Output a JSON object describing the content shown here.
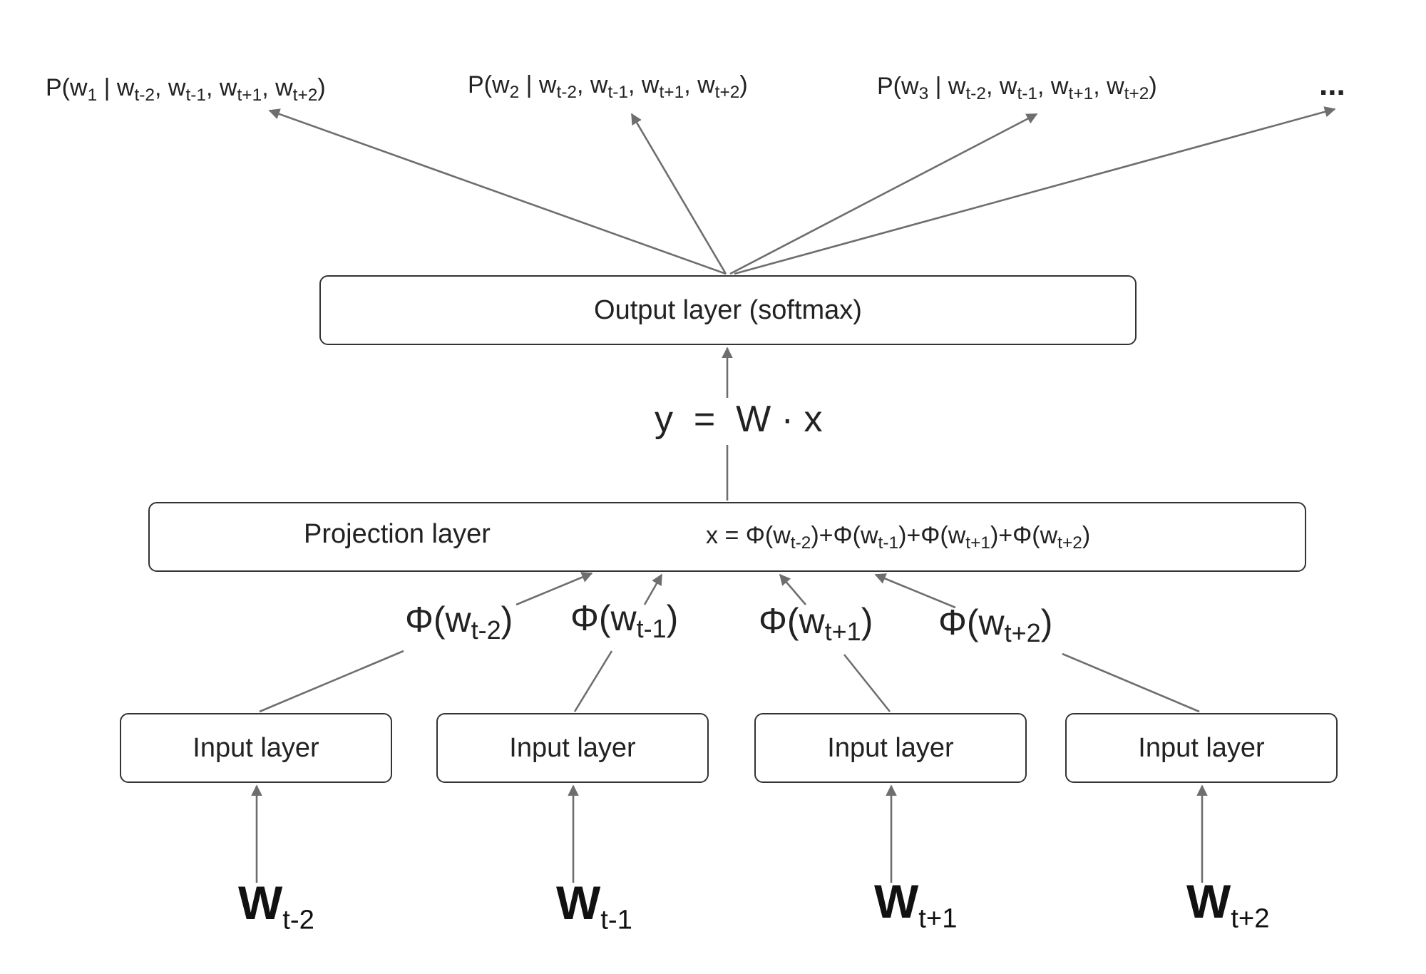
{
  "output_layer": {
    "label": "Output layer (softmax)"
  },
  "projection_layer": {
    "label": "Projection layer",
    "formula_prefix": "x = ",
    "formula_terms": [
      {
        "fn": "Φ(w",
        "sub": "t-2",
        "close": ")"
      },
      {
        "fn": "+Φ(w",
        "sub": "t-1",
        "close": ")"
      },
      {
        "fn": "+Φ(w",
        "sub": "t+1",
        "close": ")"
      },
      {
        "fn": "+Φ(w",
        "sub": "t+2",
        "close": ")"
      }
    ]
  },
  "equation": "y  =  W · x",
  "input_layers": [
    {
      "label": "Input layer"
    },
    {
      "label": "Input layer"
    },
    {
      "label": "Input layer"
    },
    {
      "label": "Input layer"
    }
  ],
  "input_words": [
    {
      "base": "W",
      "sub": "t-2"
    },
    {
      "base": "W",
      "sub": "t-1"
    },
    {
      "base": "W",
      "sub": "t+1"
    },
    {
      "base": "W",
      "sub": "t+2"
    }
  ],
  "embeddings": [
    {
      "fn": "Φ(w",
      "sub": "t-2",
      "close": ")"
    },
    {
      "fn": "Φ(w",
      "sub": "t-1",
      "close": ")"
    },
    {
      "fn": "Φ(w",
      "sub": "t+1",
      "close": ")"
    },
    {
      "fn": "Φ(w",
      "sub": "t+2",
      "close": ")"
    }
  ],
  "outputs": [
    {
      "prefix": "P(w",
      "target": "1",
      "sep": " | w",
      "c1": "t-2",
      "c2": "t-1",
      "c3": "t+1",
      "c4": "t+2"
    },
    {
      "prefix": "P(w",
      "target": "2",
      "sep": " | w",
      "c1": "t-2",
      "c2": "t-1",
      "c3": "t+1",
      "c4": "t+2"
    },
    {
      "prefix": "P(w",
      "target": "3",
      "sep": " | w",
      "c1": "t-2",
      "c2": "t-1",
      "c3": "t+1",
      "c4": "t+2"
    }
  ],
  "output_more": "...",
  "colors": {
    "arrow": "#6e6e6e",
    "border": "#333333"
  }
}
